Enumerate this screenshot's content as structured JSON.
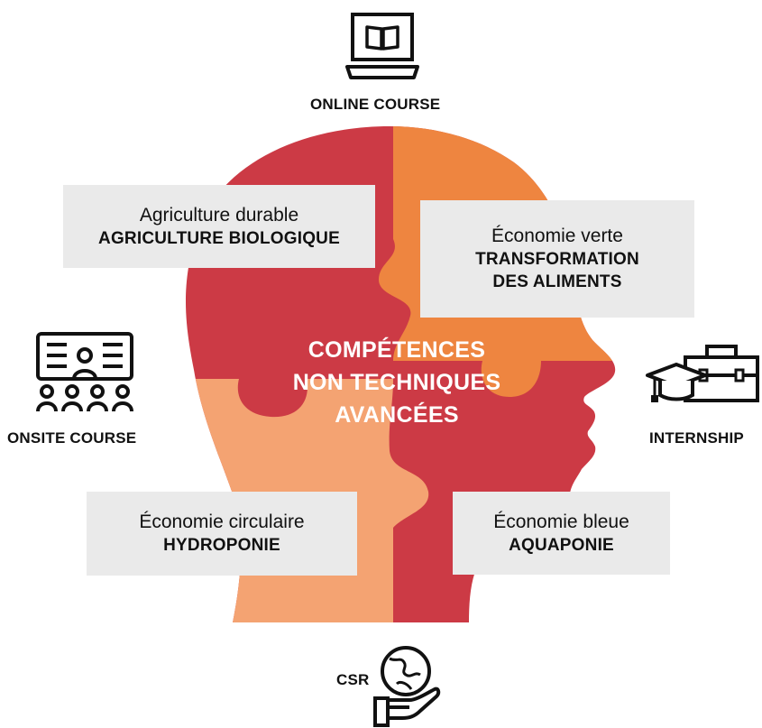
{
  "title": {
    "lines": [
      "COMPÉTENCES",
      "NON TECHNIQUES",
      "AVANCÉES"
    ]
  },
  "modes": {
    "online": "ONLINE COURSE",
    "onsite": "ONSITE COURSE",
    "internship": "INTERNSHIP",
    "csr": "CSR"
  },
  "boxes": {
    "top_left": {
      "top": "Agriculture durable",
      "main": [
        "AGRICULTURE BIOLOGIQUE"
      ]
    },
    "top_right": {
      "top": "Économie verte",
      "main": [
        "TRANSFORMATION",
        "DES ALIMENTS"
      ]
    },
    "bottom_left": {
      "top": "Économie circulaire",
      "main": [
        "HYDROPONIE"
      ]
    },
    "bottom_right": {
      "top": "Économie bleue",
      "main": [
        "AQUAPONIE"
      ]
    }
  },
  "colors": {
    "red": "#cc3a45",
    "orange": "#ee8540",
    "peach": "#f4a372",
    "box": "#eaeaea"
  },
  "icons": {
    "online": "laptop-book-icon",
    "onsite": "classroom-icon",
    "internship": "graduation-briefcase-icon",
    "csr": "globe-hand-icon"
  }
}
